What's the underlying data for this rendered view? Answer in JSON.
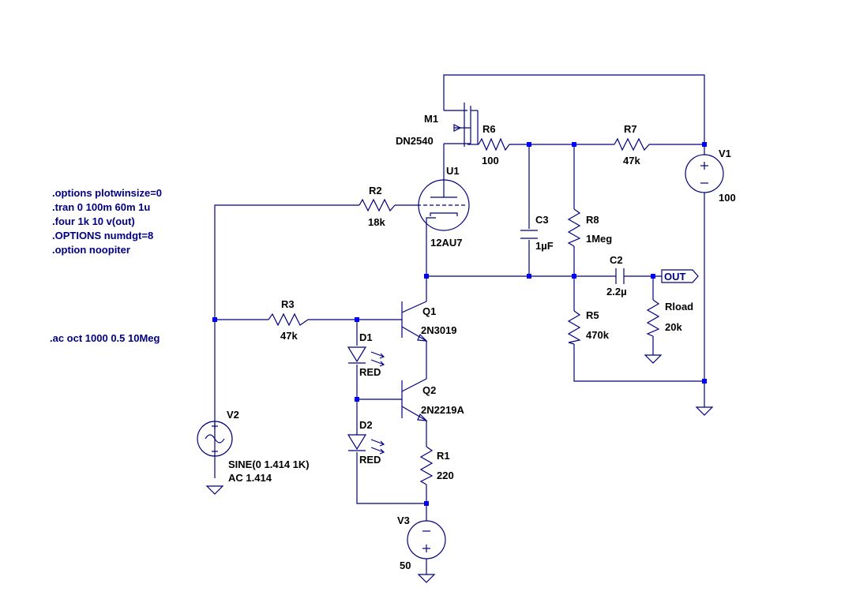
{
  "directives": [
    ".options plotwinsize=0",
    ".tran 0 100m 60m 1u",
    ".four 1k 10 v(out)",
    ".OPTIONS numdgt=8",
    ".option noopiter"
  ],
  "ac_directive": ".ac oct 1000 0.5 10Meg",
  "components": {
    "M1": {
      "ref": "M1",
      "value": "DN2540"
    },
    "U1": {
      "ref": "U1",
      "value": "12AU7"
    },
    "R1": {
      "ref": "R1",
      "value": "220"
    },
    "R2": {
      "ref": "R2",
      "value": "18k"
    },
    "R3": {
      "ref": "R3",
      "value": "47k"
    },
    "R5": {
      "ref": "R5",
      "value": "470k"
    },
    "R6": {
      "ref": "R6",
      "value": "100"
    },
    "R7": {
      "ref": "R7",
      "value": "47k"
    },
    "R8": {
      "ref": "R8",
      "value": "1Meg"
    },
    "Rload": {
      "ref": "Rload",
      "value": "20k"
    },
    "C2": {
      "ref": "C2",
      "value": "2.2µ"
    },
    "C3": {
      "ref": "C3",
      "value": "1µF"
    },
    "Q1": {
      "ref": "Q1",
      "value": "2N3019"
    },
    "Q2": {
      "ref": "Q2",
      "value": "2N2219A"
    },
    "D1": {
      "ref": "D1",
      "value": "RED"
    },
    "D2": {
      "ref": "D2",
      "value": "RED"
    },
    "V1": {
      "ref": "V1",
      "value": "100"
    },
    "V2": {
      "ref": "V2",
      "value": "SINE(0 1.414 1K)",
      "value2": "AC 1.414"
    },
    "V3": {
      "ref": "V3",
      "value": "50"
    }
  },
  "net_label": "OUT"
}
